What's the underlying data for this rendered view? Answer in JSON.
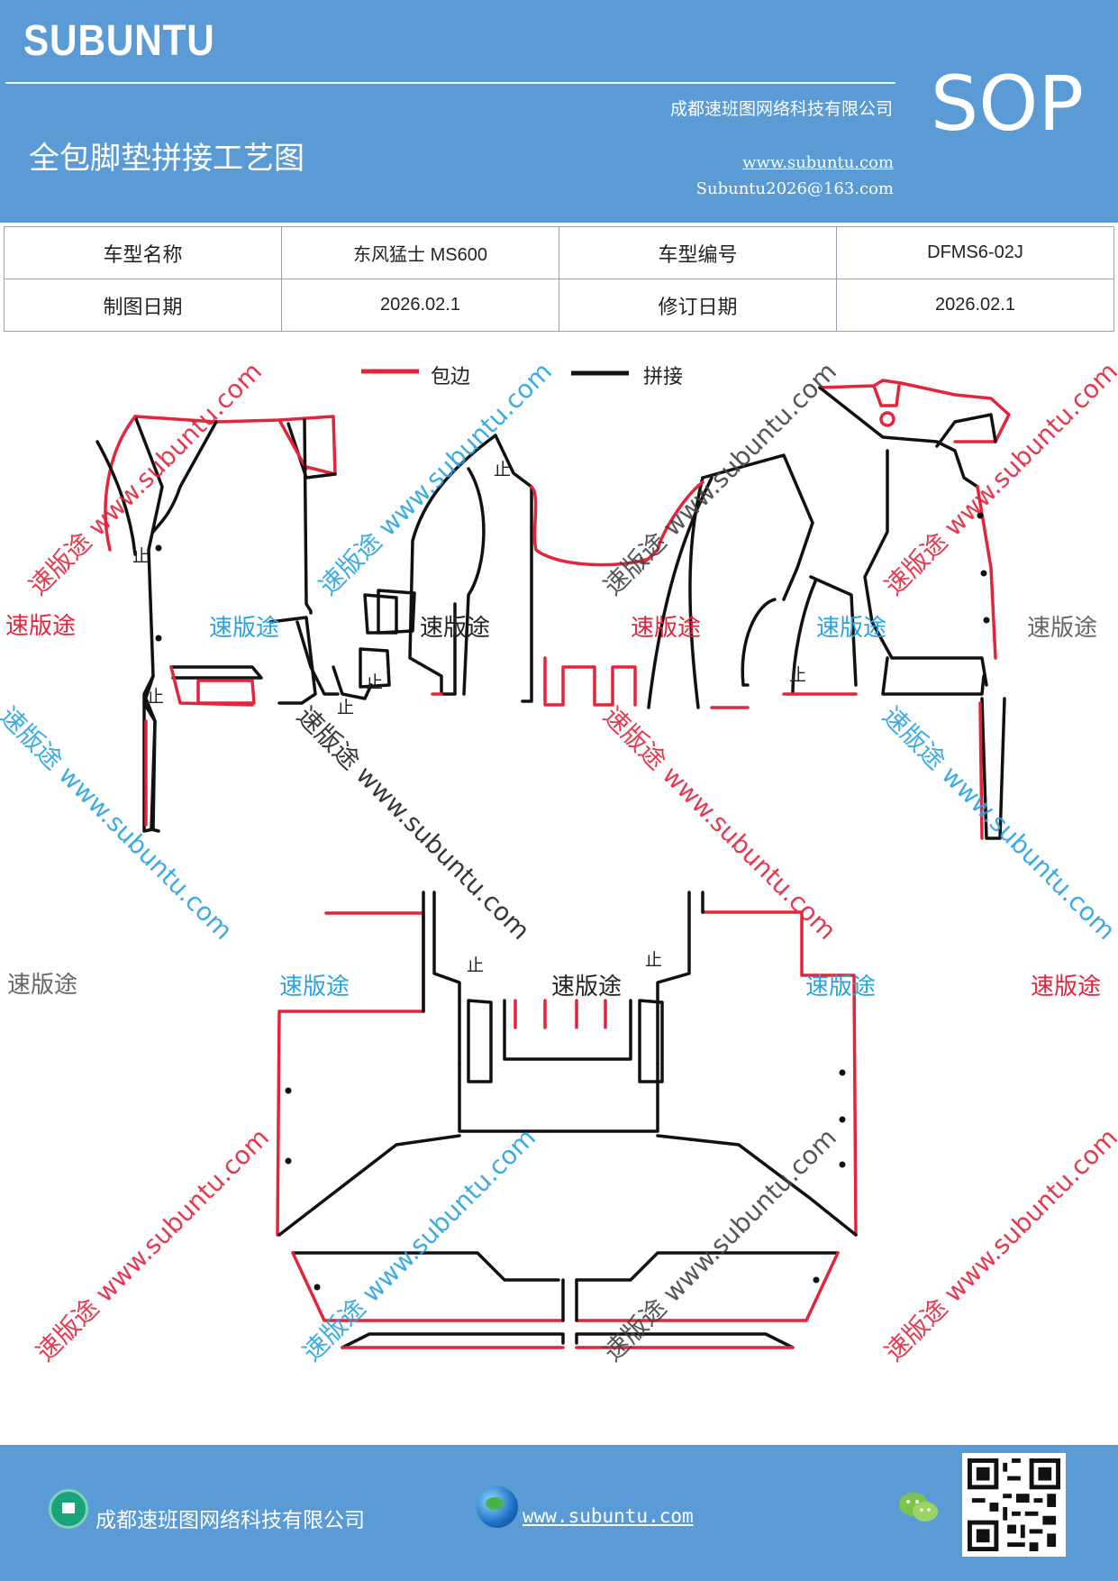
{
  "header": {
    "brand": "SUBUNTU",
    "company": "成都速班图网络科技有限公司",
    "title": "全包脚垫拼接工艺图",
    "url": "www.subuntu.com",
    "email": "Subuntu2026@163.com",
    "doc_type": "SOP",
    "bg_color": "#5b9bd5"
  },
  "info": {
    "model_name_label": "车型名称",
    "model_name": "东风猛士 MS600",
    "model_code_label": "车型编号",
    "model_code": "DFMS6-02J",
    "draw_date_label": "制图日期",
    "draw_date": "2026.02.1",
    "revise_date_label": "修订日期",
    "revise_date": "2026.02.1"
  },
  "legend": {
    "edge_label": "包边",
    "edge_color": "#e3243b",
    "join_label": "拼接",
    "join_color": "#111111"
  },
  "marker_label": "止",
  "watermarks": {
    "brand_cn": "速版途",
    "diag": "速版途 www.subuntu.com"
  },
  "footer": {
    "company": "成都速班图网络科技有限公司",
    "url": "www.subuntu.com",
    "home_icon": "home-icon",
    "globe_icon": "globe-icon",
    "wechat_icon": "wechat-icon",
    "qr": "qr-code"
  }
}
